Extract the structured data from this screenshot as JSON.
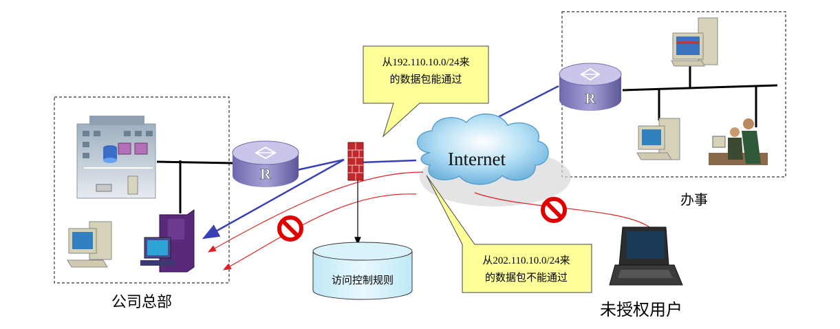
{
  "headquarters": {
    "label": "公司总部"
  },
  "office": {
    "label": "办事"
  },
  "internet": {
    "label": "Internet"
  },
  "router": {
    "label": "R"
  },
  "acl": {
    "label": "访问控制规则"
  },
  "unauthorized_user": {
    "label": "未授权用户"
  },
  "callout_allow": {
    "line1": "从192.110.10.0/24来",
    "line2": "的数据包能通过"
  },
  "callout_deny": {
    "line1": "从202.110.10.0/24来",
    "line2": "的数据包不能通过"
  },
  "colors": {
    "permitted_link": "#3a3fb5",
    "blocked_flow": "#e02020",
    "callout_fill": "#ffff99",
    "router_fill": "#8a86c4",
    "cloud_fill": "#a9d8f2",
    "firewall": "#c0282a",
    "prohibition": "#e00000"
  },
  "icons": [
    "router-icon",
    "firewall-icon",
    "cloud-icon",
    "building-icon",
    "server-tower-icon",
    "desktop-pc-icon",
    "laptop-icon",
    "database-cylinder-icon",
    "prohibition-icon",
    "people-at-computer-icon"
  ]
}
